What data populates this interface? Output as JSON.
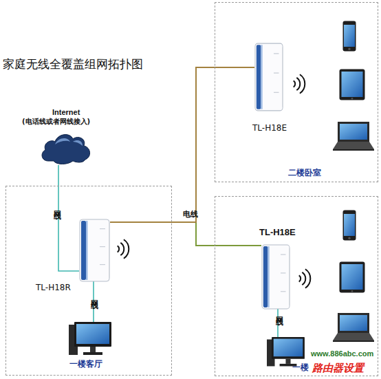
{
  "diagram": {
    "title": "家庭无线全覆盖组网拓扑图",
    "nodes": [
      {
        "text": [
          "Internet",
          "(电话线或者网线接入)"
        ]
      },
      {
        "text": [
          "一楼客厅"
        ]
      },
      {
        "text": [
          "TL-H18R"
        ],
        "in": 1
      },
      {
        "text": [
          "二楼卧室"
        ]
      },
      {
        "text": [
          "TL-H18E"
        ],
        "in": 3
      },
      {
        "text": [
          "一楼"
        ]
      },
      {
        "text": [
          "TL-H18E"
        ],
        "in": 5
      }
    ],
    "edges": [
      {
        "from": 0,
        "to": 2,
        "arrow": "none",
        "label": "网线"
      },
      {
        "from": 2,
        "to": 4,
        "arrow": "none",
        "label": "电线"
      },
      {
        "from": 2,
        "to": 6,
        "arrow": "none"
      }
    ],
    "labels": [
      "网线",
      "网线",
      "www.886abc.com",
      "路由器设置"
    ]
  }
}
